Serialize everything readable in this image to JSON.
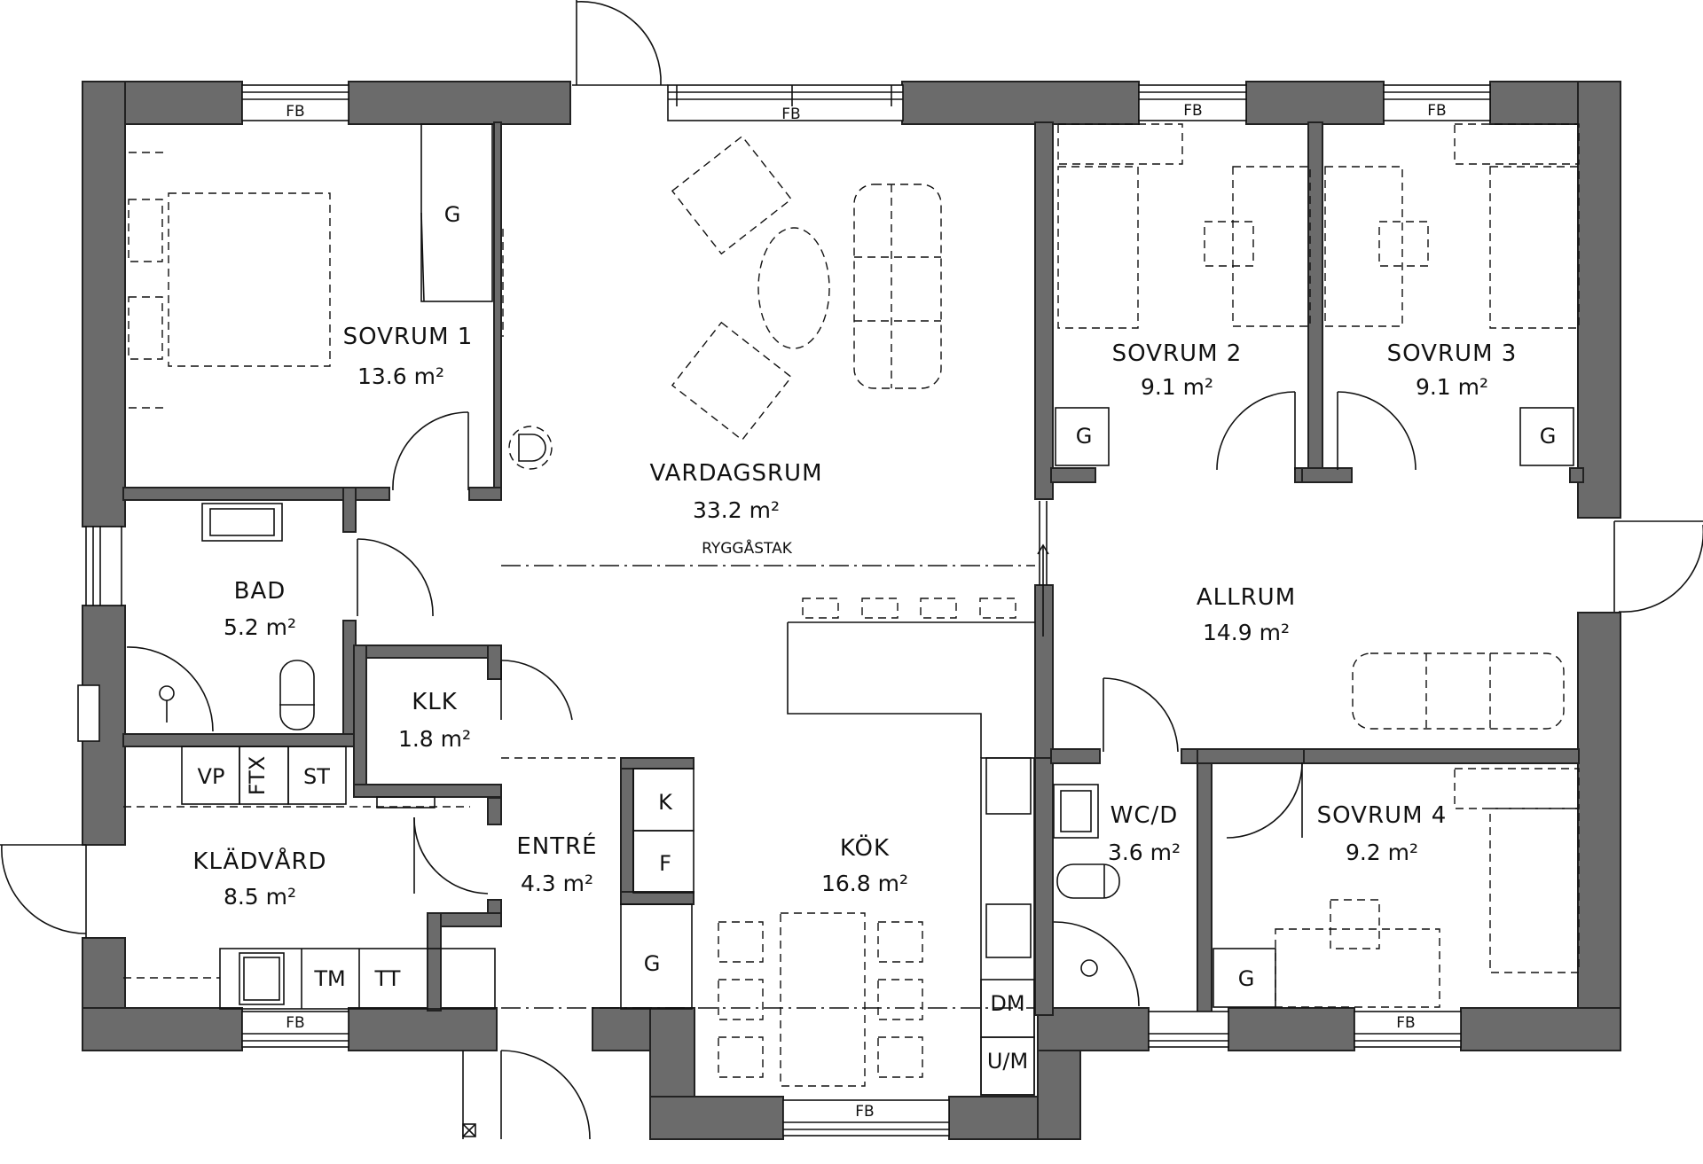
{
  "rooms": {
    "sovrum1": {
      "name": "SOVRUM 1",
      "area": "13.6",
      "unit": "m²"
    },
    "vardagsrum": {
      "name": "VARDAGSRUM",
      "area": "33.2",
      "unit": "m²"
    },
    "sovrum2": {
      "name": "SOVRUM 2",
      "area": "9.1",
      "unit": "m²"
    },
    "sovrum3": {
      "name": "SOVRUM 3",
      "area": "9.1",
      "unit": "m²"
    },
    "bad": {
      "name": "BAD",
      "area": "5.2",
      "unit": "m²"
    },
    "klk": {
      "name": "KLK",
      "area": "1.8",
      "unit": "m²"
    },
    "allrum": {
      "name": "ALLRUM",
      "area": "14.9",
      "unit": "m²"
    },
    "kladvard": {
      "name": "KLÄDVÅRD",
      "area": "8.5",
      "unit": "m²"
    },
    "entre": {
      "name": "ENTRÉ",
      "area": "4.3",
      "unit": "m²"
    },
    "kok": {
      "name": "KÖK",
      "area": "16.8",
      "unit": "m²"
    },
    "wcd": {
      "name": "WC/D",
      "area": "3.6",
      "unit": "m²"
    },
    "sovrum4": {
      "name": "SOVRUM 4",
      "area": "9.2",
      "unit": "m²"
    }
  },
  "labels": {
    "ryggastak": "RYGGÅSTAK",
    "window": "FB",
    "wardrobe": "G",
    "vp": "VP",
    "ftx": "FTX",
    "st": "ST",
    "tm": "TM",
    "tt": "TT",
    "k": "K",
    "f": "F",
    "dm": "DM",
    "um": "U/M"
  },
  "colors": {
    "wall": "#6b6b6b",
    "line": "#111111",
    "background": "#ffffff"
  }
}
